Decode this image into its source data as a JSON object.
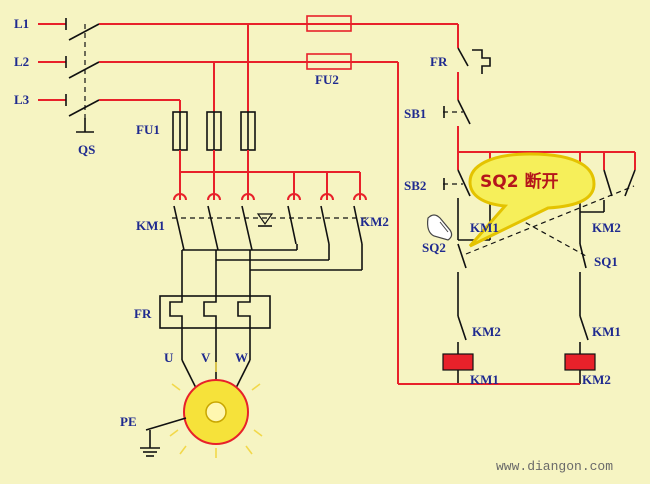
{
  "labels": {
    "l1": "L1",
    "l2": "L2",
    "l3": "L3",
    "qs": "QS",
    "fu1": "FU1",
    "fu2": "FU2",
    "km1_main": "KM1",
    "km2_main": "KM2",
    "fr_main": "FR",
    "u": "U",
    "v": "V",
    "w": "W",
    "pe": "PE",
    "fr_ctrl": "FR",
    "sb1": "SB1",
    "sb2": "SB2",
    "sq2": "SQ2",
    "sq1": "SQ1",
    "km1_hold": "KM1",
    "km2_hold": "KM2",
    "km2_interlock": "KM2",
    "km1_interlock": "KM1",
    "km1_coil": "KM1",
    "km2_coil": "KM2"
  },
  "callout": "SQ2 断开",
  "watermark": "www.diangon.com",
  "colors": {
    "background": "#f6f4c2",
    "power_wire": "#e8212a",
    "label": "#1f2a8f",
    "callout_fill": "#f6ef5a",
    "motor": "#f6e23a"
  }
}
